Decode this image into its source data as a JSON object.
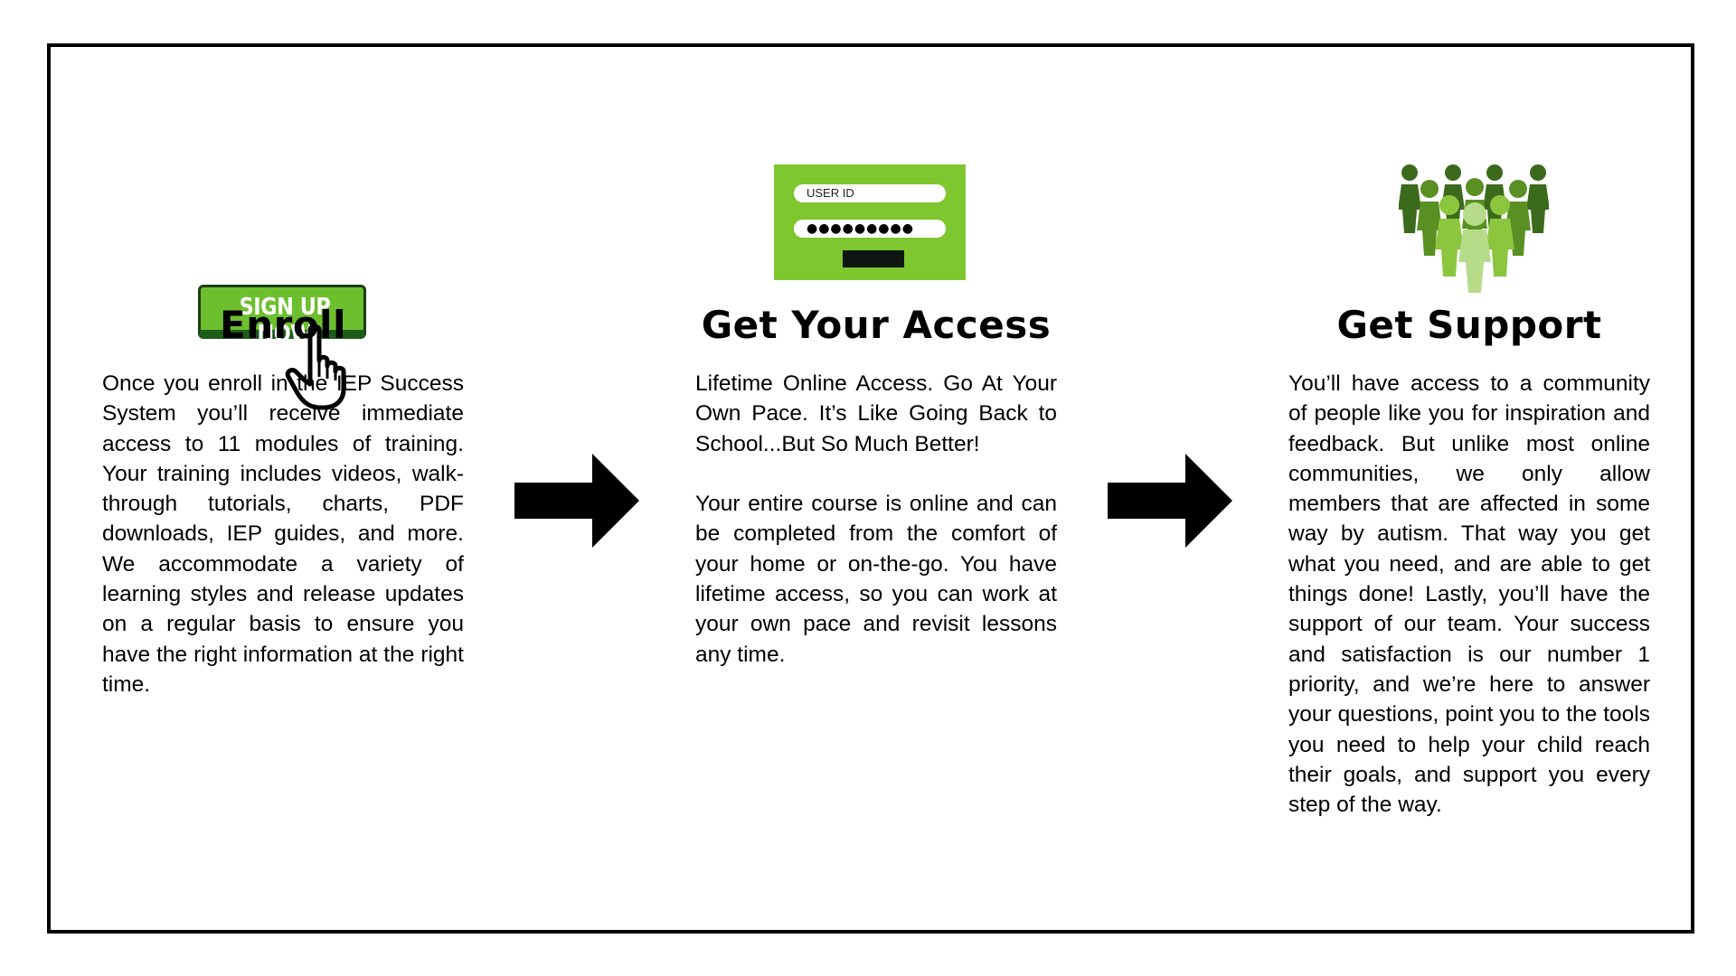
{
  "steps": [
    {
      "title": "Enroll",
      "icon": "sign-up-button-icon",
      "icon_label": "SIGN UP NOW",
      "body": "Once you enroll in the IEP Success System you’ll receive immediate access to 11 modules of training. Your training includes videos, walk-through tutorials, charts, PDF downloads, IEP guides, and more. We accommodate a variety of learning styles and release updates on a regular basis to ensure you have the right information at the right time."
    },
    {
      "title": "Get Your Access",
      "icon": "login-form-icon",
      "icon_field_label": "USER ID",
      "icon_password_mask": "●●●●●●●●●",
      "body": "Lifetime Online Access. Go At Your Own Pace. It’s Like Going Back to School...But So Much Better!\n\nYour entire course is online and can be completed from the comfort of your home or on-the-go. You have lifetime access, so you can work at your own pace and revisit lessons any time."
    },
    {
      "title": "Get Support",
      "icon": "community-people-icon",
      "body": "You’ll have access to a community of people like you for inspiration and feedback. But unlike most online communities, we only allow members that are affected in some way by autism. That way you get what you need, and are able to get things done! Lastly, you’ll have the support of our team. Your success and satisfaction is our number 1 priority, and we’re here to answer your questions, point you to the tools you need to help your child reach their goals, and support you every step of the way."
    }
  ],
  "colors": {
    "accent_green": "#7ec72f",
    "button_green": "#6dbf2e",
    "dark_green": "#1e5c1a",
    "people_dark": "#3c6a1c",
    "people_mid": "#5a8f24",
    "people_light": "#8cc63f",
    "people_pale": "#b6dc8a",
    "border": "#000000"
  },
  "arrows": [
    "right-arrow-icon",
    "right-arrow-icon"
  ]
}
